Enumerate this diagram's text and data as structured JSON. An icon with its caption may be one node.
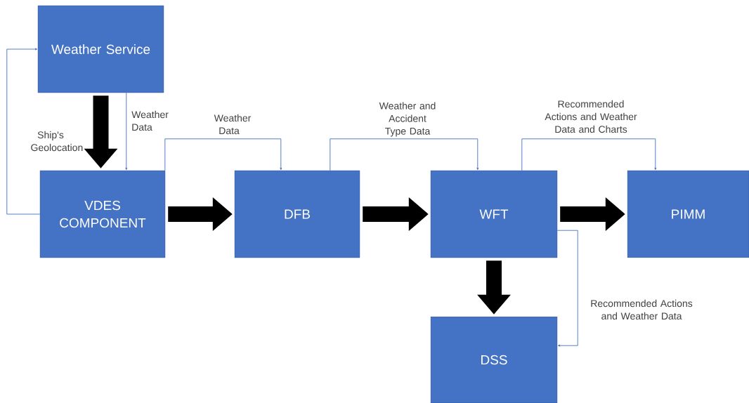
{
  "diagram": {
    "nodes": [
      {
        "text": [
          "Weather Service"
        ]
      },
      {
        "text": [
          "VDES COMPONENT"
        ]
      },
      {
        "text": [
          "DFB"
        ]
      },
      {
        "text": [
          "WFT"
        ]
      },
      {
        "text": [
          "PIMM"
        ]
      },
      {
        "text": [
          "DSS"
        ]
      }
    ],
    "edges": [
      {
        "from": 0,
        "to": 1,
        "arrow": "to",
        "style": "thick",
        "color": "#000000"
      },
      {
        "from": 1,
        "to": 2,
        "arrow": "to",
        "style": "thick",
        "color": "#000000"
      },
      {
        "from": 2,
        "to": 3,
        "arrow": "to",
        "style": "thick",
        "color": "#000000"
      },
      {
        "from": 3,
        "to": 4,
        "arrow": "to",
        "style": "thick",
        "color": "#000000"
      },
      {
        "from": 3,
        "to": 5,
        "arrow": "to",
        "style": "thick",
        "color": "#000000"
      },
      {
        "from": 1,
        "to": 0,
        "arrow": "to",
        "label": "Ship's Geolocation"
      },
      {
        "from": 0,
        "to": 1,
        "arrow": "to",
        "label": "Weather Data"
      },
      {
        "from": 1,
        "to": 2,
        "arrow": "to",
        "label": "Weather Data"
      },
      {
        "from": 2,
        "to": 3,
        "arrow": "to",
        "label": "Weather and Accident Type Data"
      },
      {
        "from": 3,
        "to": 4,
        "arrow": "to",
        "label": "Recommended Actions and Weather Data and Charts"
      },
      {
        "from": 3,
        "to": 5,
        "arrow": "to",
        "label": "Recommended Actions and Weather Data"
      }
    ]
  }
}
